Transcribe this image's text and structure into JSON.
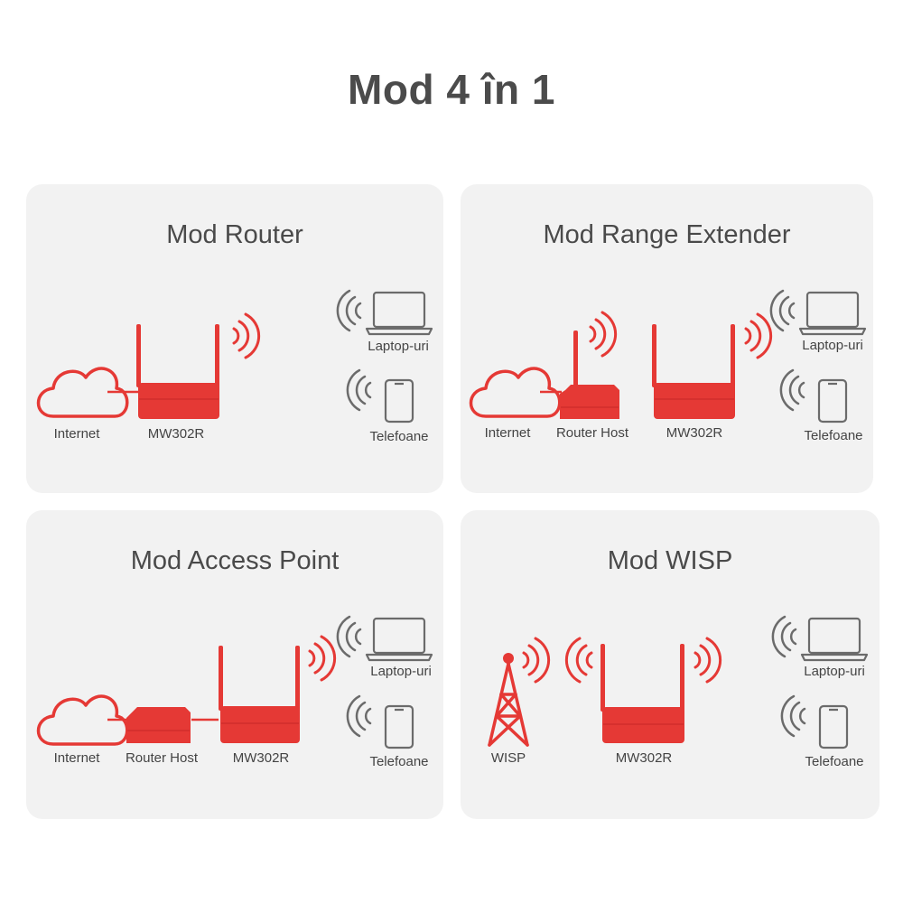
{
  "title": "Mod 4 în 1",
  "colors": {
    "accent": "#e53935",
    "device_gray": "#6b6b6b",
    "panel_bg": "#f2f2f2"
  },
  "panels": [
    {
      "id": "router",
      "title": "Mod Router",
      "labels": {
        "internet": "Internet",
        "device": "MW302R",
        "laptops": "Laptop-uri",
        "phones": "Telefoane"
      }
    },
    {
      "id": "range",
      "title": "Mod Range Extender",
      "labels": {
        "internet": "Internet",
        "host": "Router Host",
        "device": "MW302R",
        "laptops": "Laptop-uri",
        "phones": "Telefoane"
      }
    },
    {
      "id": "ap",
      "title": "Mod Access Point",
      "labels": {
        "internet": "Internet",
        "host": "Router Host",
        "device": "MW302R",
        "laptops": "Laptop-uri",
        "phones": "Telefoane"
      }
    },
    {
      "id": "wisp",
      "title": "Mod WISP",
      "labels": {
        "wisp": "WISP",
        "device": "MW302R",
        "laptops": "Laptop-uri",
        "phones": "Telefoane"
      }
    }
  ],
  "icons": [
    "cloud-icon",
    "router-icon",
    "host-router-icon",
    "laptop-icon",
    "phone-icon",
    "wifi-waves-icon",
    "tower-icon"
  ]
}
